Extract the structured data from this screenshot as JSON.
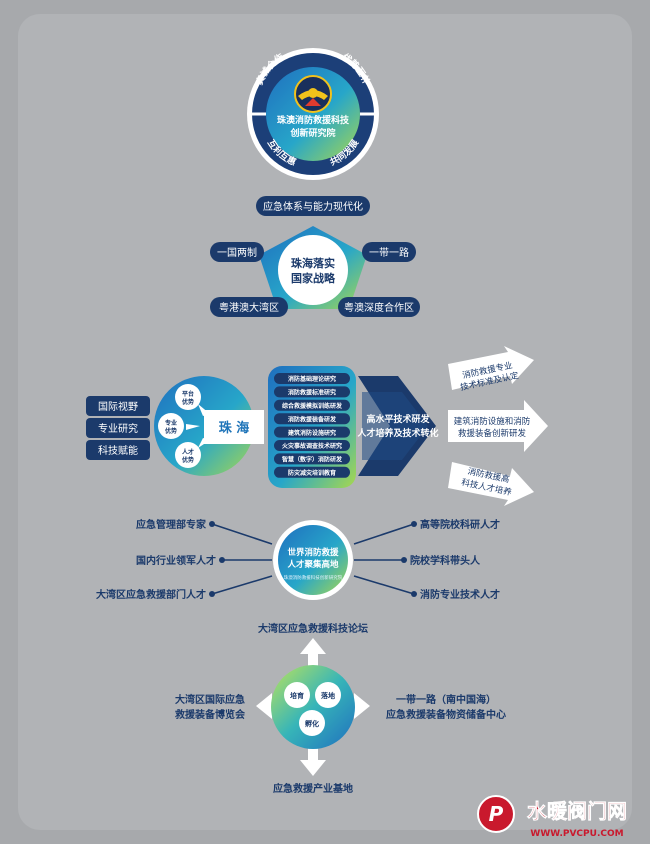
{
  "badge": {
    "title_line1": "珠澳消防救援科技",
    "title_line2": "创新研究院",
    "ring_labels": [
      "真诚合作",
      "优势互补",
      "互利互惠",
      "共同发展"
    ]
  },
  "strategy": {
    "center_line1": "珠海落实",
    "center_line2": "国家战略",
    "top": "应急体系与能力现代化",
    "left": "一国两制",
    "right": "一带一路",
    "bottom_left": "粤港澳大湾区",
    "bottom_right": "粤澳深度合作区"
  },
  "zhuhai": {
    "left_tags": [
      "国际视野",
      "专业研究",
      "科技赋能"
    ],
    "advantages": [
      {
        "line1": "平台",
        "line2": "优势"
      },
      {
        "line1": "专业",
        "line2": "优势"
      },
      {
        "line1": "人才",
        "line2": "优势"
      }
    ],
    "center": "珠 海",
    "research_list": [
      "消防基础理论研究",
      "消防救援标准研究",
      "综合救援模拟训练研发",
      "消防救援装备研发",
      "建筑消防设施研究",
      "火灾事故调查技术研究",
      "智慧（数字）消防研发",
      "防灾减灾培训教育"
    ],
    "big_arrow_line1": "高水平技术研发",
    "big_arrow_line2": "人才培养及技术转化",
    "outputs": [
      {
        "line1": "消防救援专业",
        "line2": "技术标准及认定"
      },
      {
        "line1": "建筑消防设施和消防",
        "line2": "救援装备创新研发"
      },
      {
        "line1": "消防救援高",
        "line2": "科技人才培养"
      }
    ]
  },
  "talent": {
    "center_line1": "世界消防救援",
    "center_line2": "人才聚集高地",
    "center_line3": "珠澳消防救援科技创新研究院",
    "left": [
      "应急管理部专家",
      "国内行业领军人才",
      "大湾区应急救援部门人才"
    ],
    "right": [
      "高等院校科研人才",
      "院校学科带头人",
      "消防专业技术人才"
    ]
  },
  "industry": {
    "top": "大湾区应急救援科技论坛",
    "left_line1": "大湾区国际应急",
    "left_line2": "救援装备博览会",
    "right_line1": "一带一路（南中国海）",
    "right_line2": "应急救援装备物资储备中心",
    "bottom": "应急救援产业基地",
    "inner": [
      "培育",
      "落地",
      "孵化"
    ]
  },
  "watermark": {
    "brand": "水暖阀门网",
    "url": "WWW.PVCPU.COM",
    "logo_letter": "P"
  },
  "colors": {
    "background": "#a7a9ac",
    "navy": "#1b3a6b",
    "blue": "#1d73b8",
    "green": "#9bd155",
    "red": "#c9192d"
  }
}
